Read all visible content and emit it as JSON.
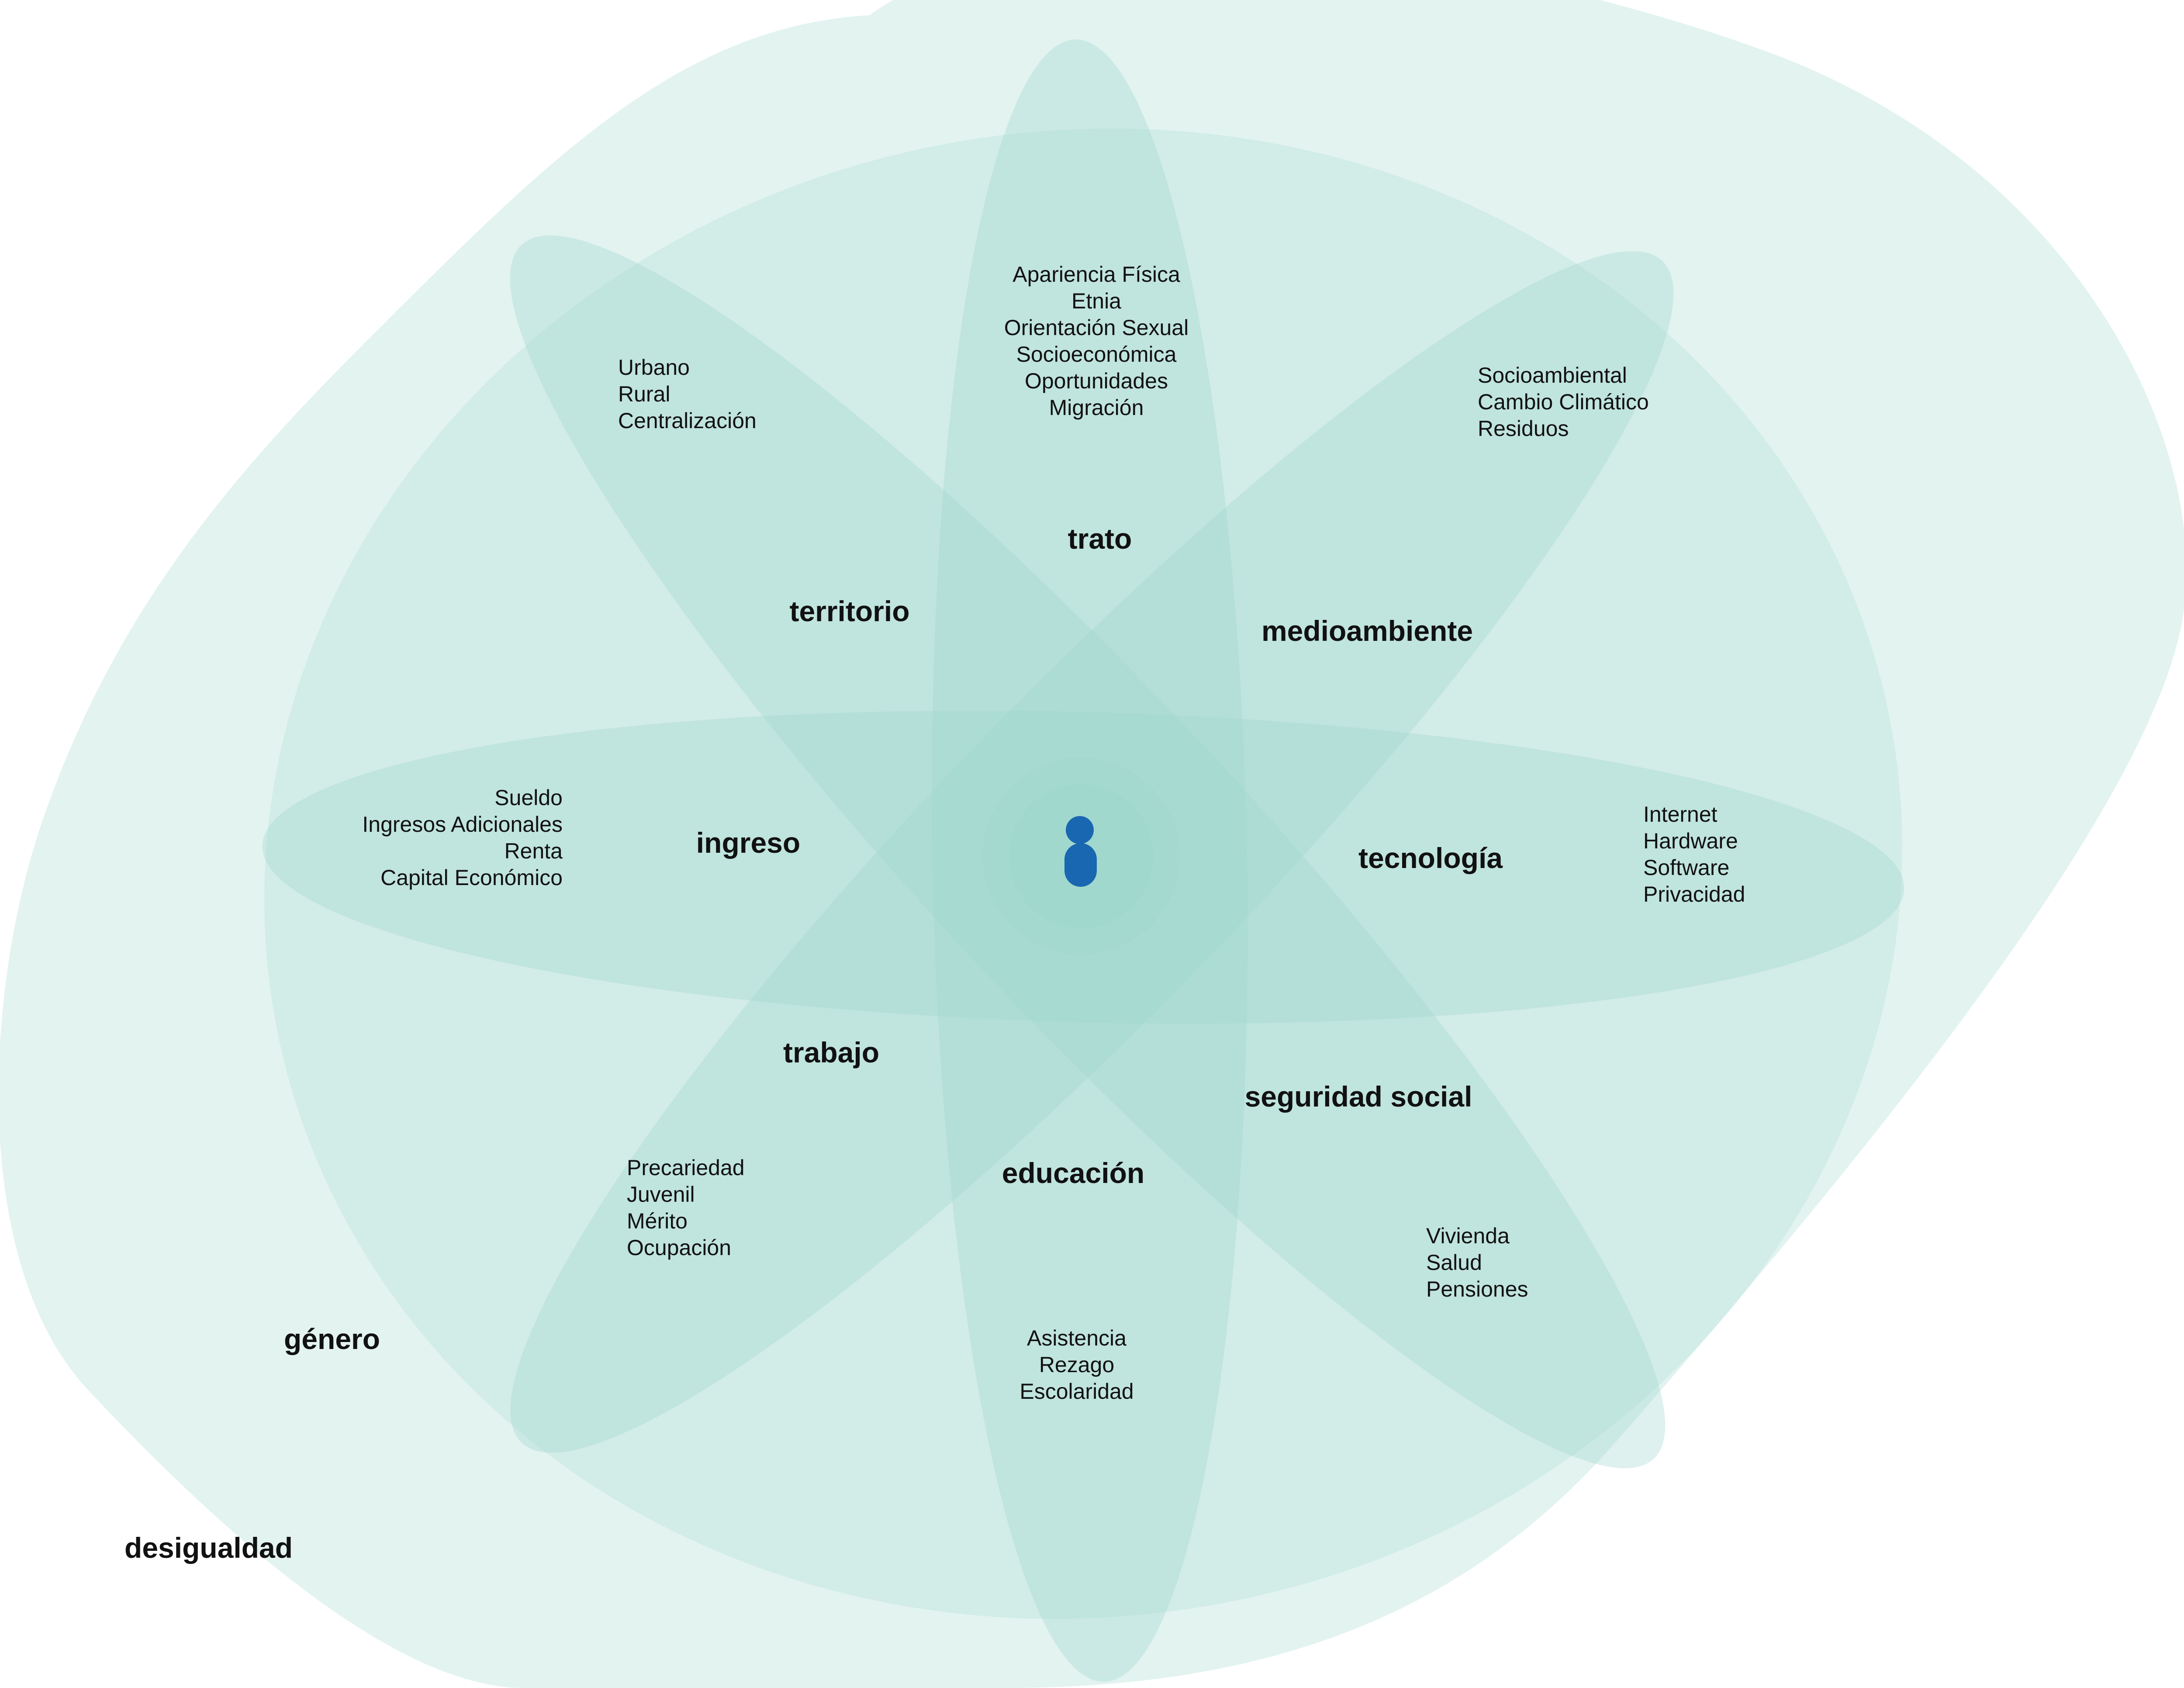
{
  "diagram": {
    "colors": {
      "region_fill": "#9ed6cc",
      "center_figure": "#1a67b1",
      "text": "#111111"
    },
    "center_icon": "person-icon",
    "outer_labels": {
      "inequality": "desigualdad",
      "gender": "género"
    },
    "dimensions": {
      "treatment": {
        "label": "trato",
        "items": [
          "Apariencia Física",
          "Etnia",
          "Orientación Sexual",
          "Socioeconómica",
          "Oportunidades",
          "Migración"
        ]
      },
      "territory": {
        "label": "territorio",
        "items": [
          "Urbano",
          "Rural",
          "Centralización"
        ]
      },
      "environment": {
        "label": "medioambiente",
        "items": [
          "Socioambiental",
          "Cambio Climático",
          "Residuos"
        ]
      },
      "income": {
        "label": "ingreso",
        "items": [
          "Sueldo",
          "Ingresos Adicionales",
          "Renta",
          "Capital Económico"
        ]
      },
      "technology": {
        "label": "tecnología",
        "items": [
          "Internet",
          "Hardware",
          "Software",
          "Privacidad"
        ]
      },
      "work": {
        "label": "trabajo",
        "items": [
          "Precariedad",
          "Juvenil",
          "Mérito",
          "Ocupación"
        ]
      },
      "education": {
        "label": "educación",
        "items": [
          "Asistencia",
          "Rezago",
          "Escolaridad"
        ]
      },
      "social_security": {
        "label": "seguridad social",
        "items": [
          "Vivienda",
          "Salud",
          "Pensiones"
        ]
      }
    }
  }
}
